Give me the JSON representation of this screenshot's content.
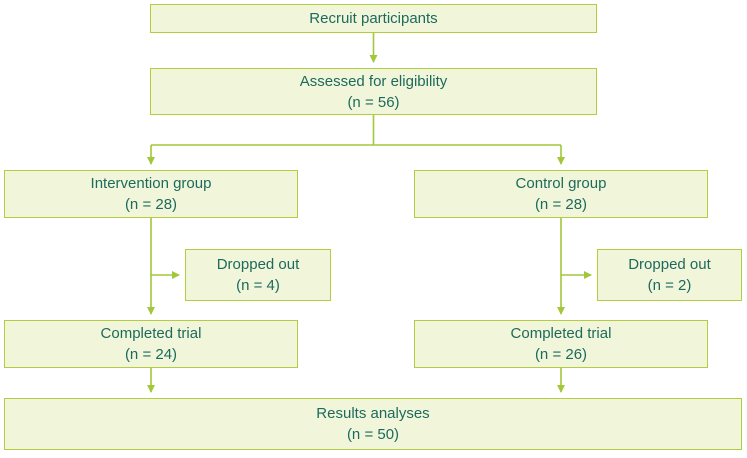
{
  "diagram": {
    "type": "flowchart",
    "description": "Participant flow diagram of a randomized trial",
    "boxes": {
      "recruit": {
        "line1": "Recruit participants"
      },
      "assessed": {
        "line1": "Assessed for eligibility",
        "line2": "(n = 56)"
      },
      "intervention": {
        "line1": "Intervention group",
        "line2": "(n = 28)"
      },
      "control": {
        "line1": "Control group",
        "line2": "(n = 28)"
      },
      "dropped_left": {
        "line1": "Dropped out",
        "line2": "(n = 4)"
      },
      "dropped_right": {
        "line1": "Dropped out",
        "line2": "(n = 2)"
      },
      "completed_left": {
        "line1": "Completed trial",
        "line2": "(n = 24)"
      },
      "completed_right": {
        "line1": "Completed trial",
        "line2": "(n = 26)"
      },
      "results": {
        "line1": "Results analyses",
        "line2": "(n = 50)"
      }
    },
    "colors": {
      "box_fill": "#f1f6db",
      "box_border": "#b3cd3f",
      "text": "#1d6a5c",
      "arrow": "#a2c73b",
      "background": "#ffffff"
    }
  }
}
